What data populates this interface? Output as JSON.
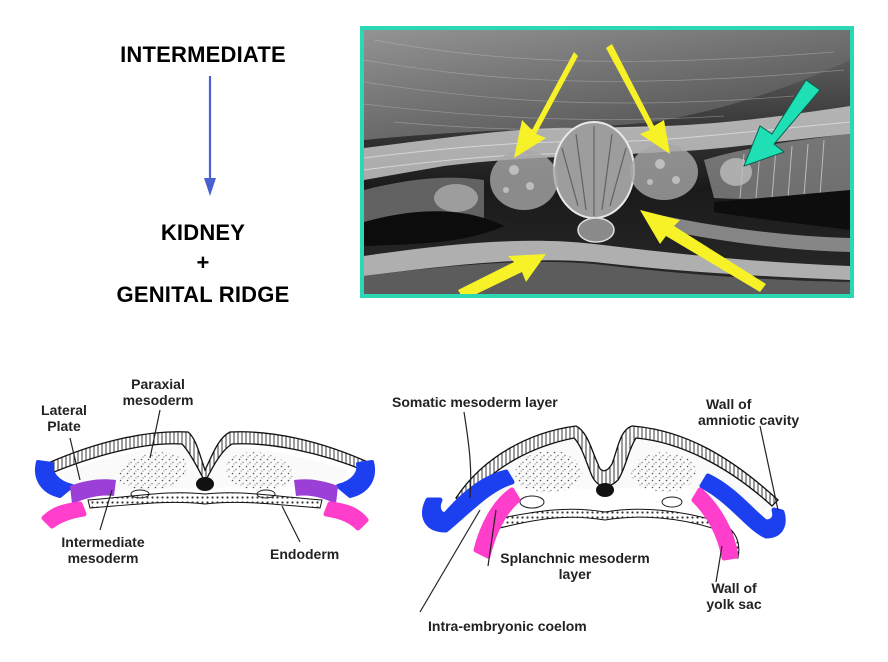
{
  "top": {
    "intermediate": "INTERMEDIATE",
    "kidney": "KIDNEY",
    "plus": "+",
    "genital_ridge": "GENITAL RIDGE"
  },
  "colors": {
    "frame": "#2ad9b3",
    "yellow_arrow": "#f7f227",
    "teal_arrow": "#1fe0b5",
    "flow_arrow": "#4a5fd0",
    "blue_layer": "#1c3ff0",
    "purple_layer": "#9b3fd6",
    "pink_layer": "#ff3ecb"
  },
  "left_diagram": {
    "paraxial": [
      "Paraxial",
      "mesoderm"
    ],
    "lateral": [
      "Lateral",
      "Plate"
    ],
    "intermediate": [
      "Intermediate",
      "mesoderm"
    ],
    "endoderm": "Endoderm"
  },
  "right_diagram": {
    "somatic": "Somatic mesoderm layer",
    "amniotic": [
      "Wall of",
      "amniotic cavity"
    ],
    "splanchnic": [
      "Splanchnic mesoderm",
      "layer"
    ],
    "yolk": [
      "Wall of",
      "yolk sac"
    ],
    "coelom": "Intra-embryonic coelom"
  }
}
